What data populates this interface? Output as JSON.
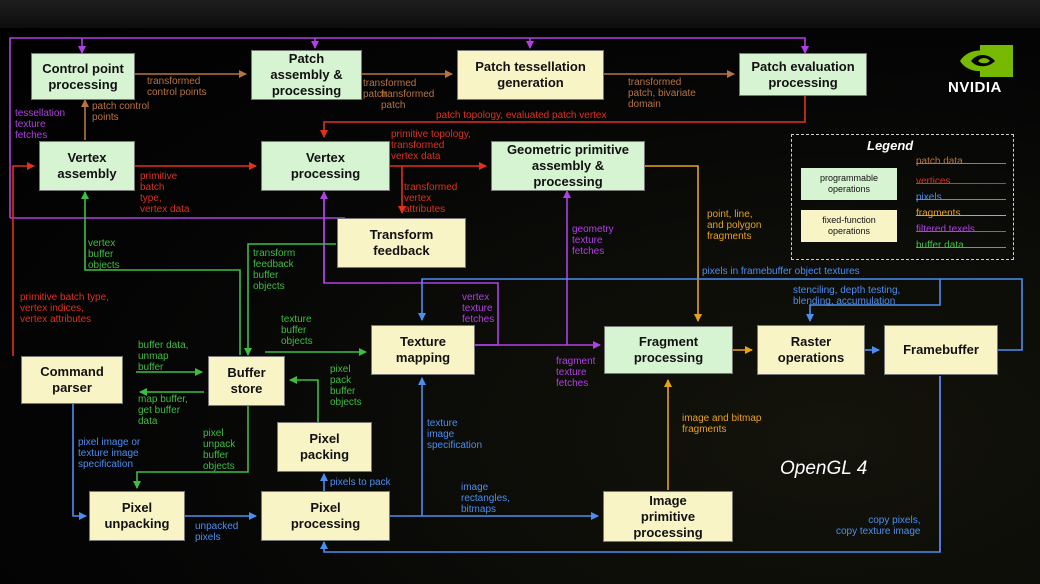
{
  "logo": {
    "wordmark": "NVIDIA",
    "color": "#76b900"
  },
  "title": "OpenGL 4",
  "colors": {
    "programmable": "#d7f4d2",
    "fixed": "#f8f4c6",
    "patch_data": "#b8743e",
    "vertices": "#e0301e",
    "pixels": "#4b8ef0",
    "fragments": "#e8a218",
    "filtered_texels": "#b13ee6",
    "buffer_data": "#3cbe40"
  },
  "legend": {
    "title": "Legend",
    "programmable": "programmable\noperations",
    "fixed": "fixed-function\noperations",
    "items": [
      {
        "label": "patch data",
        "color": "#b8743e"
      },
      {
        "label": "vertices",
        "color": "#e0301e"
      },
      {
        "label": "pixels",
        "color": "#4b8ef0"
      },
      {
        "label": "fragments",
        "color": "#e8a218"
      },
      {
        "label": "filtered texels",
        "color": "#b13ee6"
      },
      {
        "label": "buffer data",
        "color": "#3cbe40"
      }
    ]
  },
  "stages": {
    "control_point": "Control point\nprocessing",
    "patch_assembly": "Patch\nassembly &\nprocessing",
    "patch_tess": "Patch tessellation\ngeneration",
    "patch_eval": "Patch evaluation\nprocessing",
    "vertex_assembly": "Vertex\nassembly",
    "vertex_processing": "Vertex\nprocessing",
    "geometric_primitive": "Geometric primitive\nassembly &\nprocessing",
    "transform_feedback": "Transform\nfeedback",
    "texture_mapping": "Texture\nmapping",
    "fragment_processing": "Fragment\nprocessing",
    "raster_operations": "Raster\noperations",
    "framebuffer": "Framebuffer",
    "command_parser": "Command\nparser",
    "buffer_store": "Buffer\nstore",
    "pixel_packing": "Pixel\npacking",
    "pixel_unpacking": "Pixel\nunpacking",
    "pixel_processing": "Pixel\nprocessing",
    "image_primitive": "Image\nprimitive\nprocessing"
  },
  "labels": {
    "transformed_control_points": "transformed\ncontrol points",
    "transformed_patch": "transformed\npatch",
    "transformed_patch2": "transformed\npatch",
    "transformed_patch_bivariate": "transformed\npatch, bivariate\ndomain",
    "patch_control_points": "patch control\npoints",
    "tessellation_texture_fetches": "tessellation\ntexture\nfetches",
    "patch_topology": "patch topology, evaluated patch vertex",
    "primitive_batch_type": "primitive\nbatch\ntype,\nvertex data",
    "primitive_topology": "primitive topology,\ntransformed\nvertex data",
    "transformed_vertex_attributes": "transformed\nvertex\nattributes",
    "vertex_buffer_objects": "vertex\nbuffer\nobjects",
    "transform_feedback_buffer_objects": "transform\nfeedback\nbuffer\nobjects",
    "geometry_texture_fetches": "geometry\ntexture\nfetches",
    "point_line_polygon": "point, line,\nand polygon\nfragments",
    "pixels_in_fbo": "pixels in framebuffer object textures",
    "primitive_batch_indices": "primitive batch type,\nvertex indices,\nvertex attributes",
    "vertex_texture_fetches": "vertex\ntexture\nfetches",
    "stenciling": "stenciling, depth testing,\nblending, accumulation",
    "texture_buffer_objects": "texture\nbuffer\nobjects",
    "buffer_data_unmap": "buffer data,\nunmap\nbuffer",
    "map_buffer": "map buffer,\nget buffer\ndata",
    "fragment_texture_fetches": "fragment\ntexture\nfetches",
    "pixel_pack_buffer_objects": "pixel\npack\nbuffer\nobjects",
    "pixel_unpack_buffer_objects": "pixel\nunpack\nbuffer\nobjects",
    "pixel_image_spec": "pixel image or\ntexture image\nspecification",
    "texture_image_spec": "texture\nimage\nspecification",
    "image_bitmap_fragments": "image and bitmap\nfragments",
    "pixels_to_pack": "pixels to pack",
    "image_rectangles": "image\nrectangles,\nbitmaps",
    "unpacked_pixels": "unpacked\npixels",
    "copy_pixels": "copy pixels,\ncopy texture image"
  }
}
